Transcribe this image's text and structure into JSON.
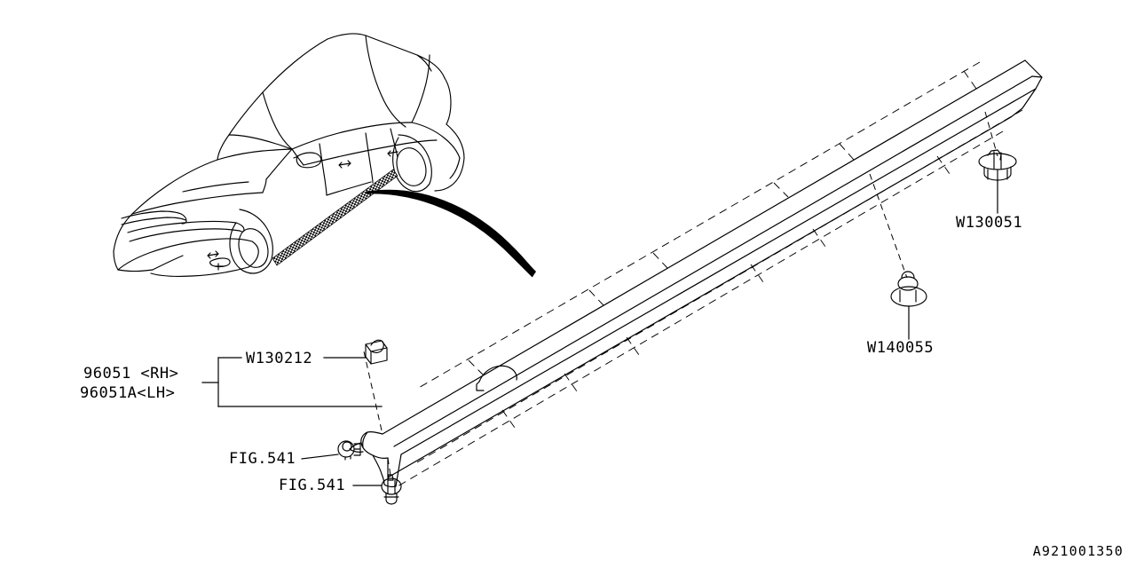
{
  "diagram": {
    "code": "A921001350",
    "title_parts": [
      "96051 <RH>",
      "96051A<LH>"
    ],
    "vehicle_view": "subaru-suv-front-three-quarter-line-art",
    "highlighted_region": "side-sill-spoiler-rocker-molding"
  },
  "labels": {
    "main_part_rh": "96051 <RH>",
    "main_part_lh": "96051A<LH>",
    "clip_w130212": "W130212",
    "clip_w130051": "W130051",
    "clip_w140055": "W140055",
    "fig_ref_upper": "FIG.541",
    "fig_ref_lower": "FIG.541"
  },
  "icons": {
    "clip_w130212": "square-block-clip-icon",
    "clip_w130051": "mushroom-push-clip-icon",
    "clip_w140055": "flange-grommet-clip-icon",
    "fig_upper": "barrel-grommet-icon",
    "fig_lower": "stepped-push-rivet-icon"
  },
  "colors": {
    "line": "#000000",
    "background": "#ffffff",
    "hatch": "#000000"
  }
}
